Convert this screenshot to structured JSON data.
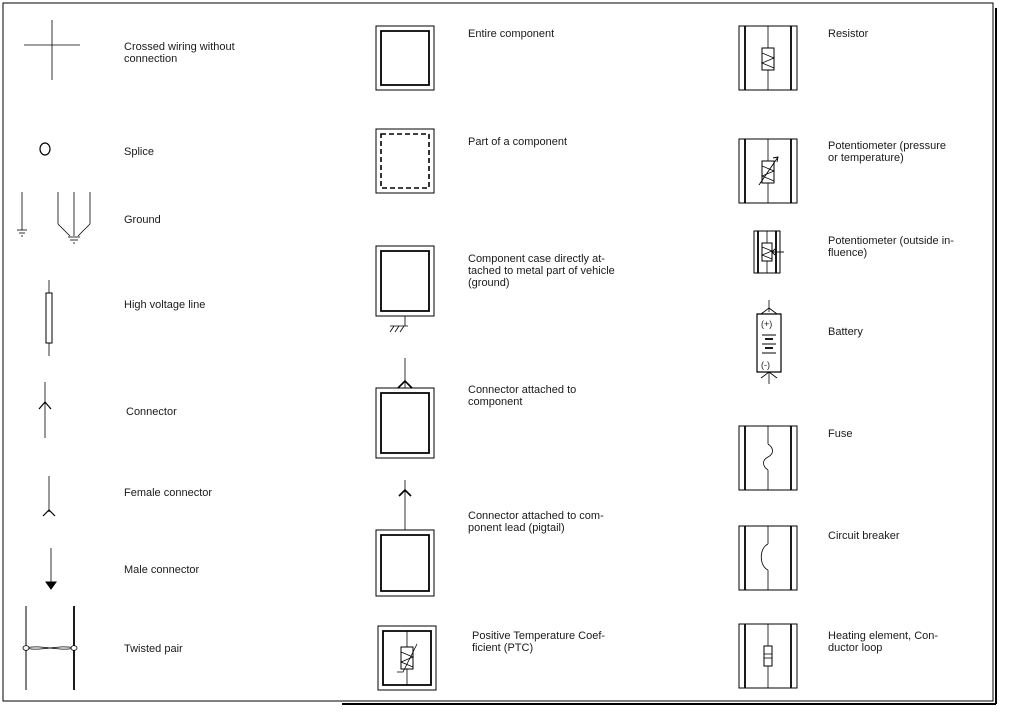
{
  "legend": {
    "left": [
      {
        "key": "crossed-wiring",
        "label": "Crossed wiring without\nconnection"
      },
      {
        "key": "splice",
        "label": "Splice"
      },
      {
        "key": "ground",
        "label": "Ground"
      },
      {
        "key": "high-voltage-line",
        "label": "High voltage line"
      },
      {
        "key": "connector",
        "label": "Connector"
      },
      {
        "key": "female-connector",
        "label": "Female connector"
      },
      {
        "key": "male-connector",
        "label": "Male connector"
      },
      {
        "key": "twisted-pair",
        "label": "Twisted pair"
      }
    ],
    "middle": [
      {
        "key": "entire-component",
        "label": "Entire component"
      },
      {
        "key": "part-of-component",
        "label": "Part of a component"
      },
      {
        "key": "component-case-ground",
        "label": "Component case directly at-\ntached to metal part of vehicle\n(ground)"
      },
      {
        "key": "connector-attached-component",
        "label": "Connector attached to\ncomponent"
      },
      {
        "key": "connector-attached-pigtail",
        "label": "Connector attached to com-\nponent lead (pigtail)"
      },
      {
        "key": "ptc",
        "label": "Positive Temperature Coef-\nficient (PTC)"
      }
    ],
    "right": [
      {
        "key": "resistor",
        "label": "Resistor"
      },
      {
        "key": "potentiometer-pressure",
        "label": "Potentiometer (pressure\nor temperature)"
      },
      {
        "key": "potentiometer-outside",
        "label": "Potentiometer (outside in-\nfluence)"
      },
      {
        "key": "battery",
        "label": "Battery"
      },
      {
        "key": "fuse",
        "label": "Fuse"
      },
      {
        "key": "circuit-breaker",
        "label": "Circuit breaker"
      },
      {
        "key": "heating-element",
        "label": "Heating element, Con-\nductor loop"
      }
    ]
  },
  "battery_marks": {
    "plus": "(+)",
    "minus": "(-)"
  }
}
